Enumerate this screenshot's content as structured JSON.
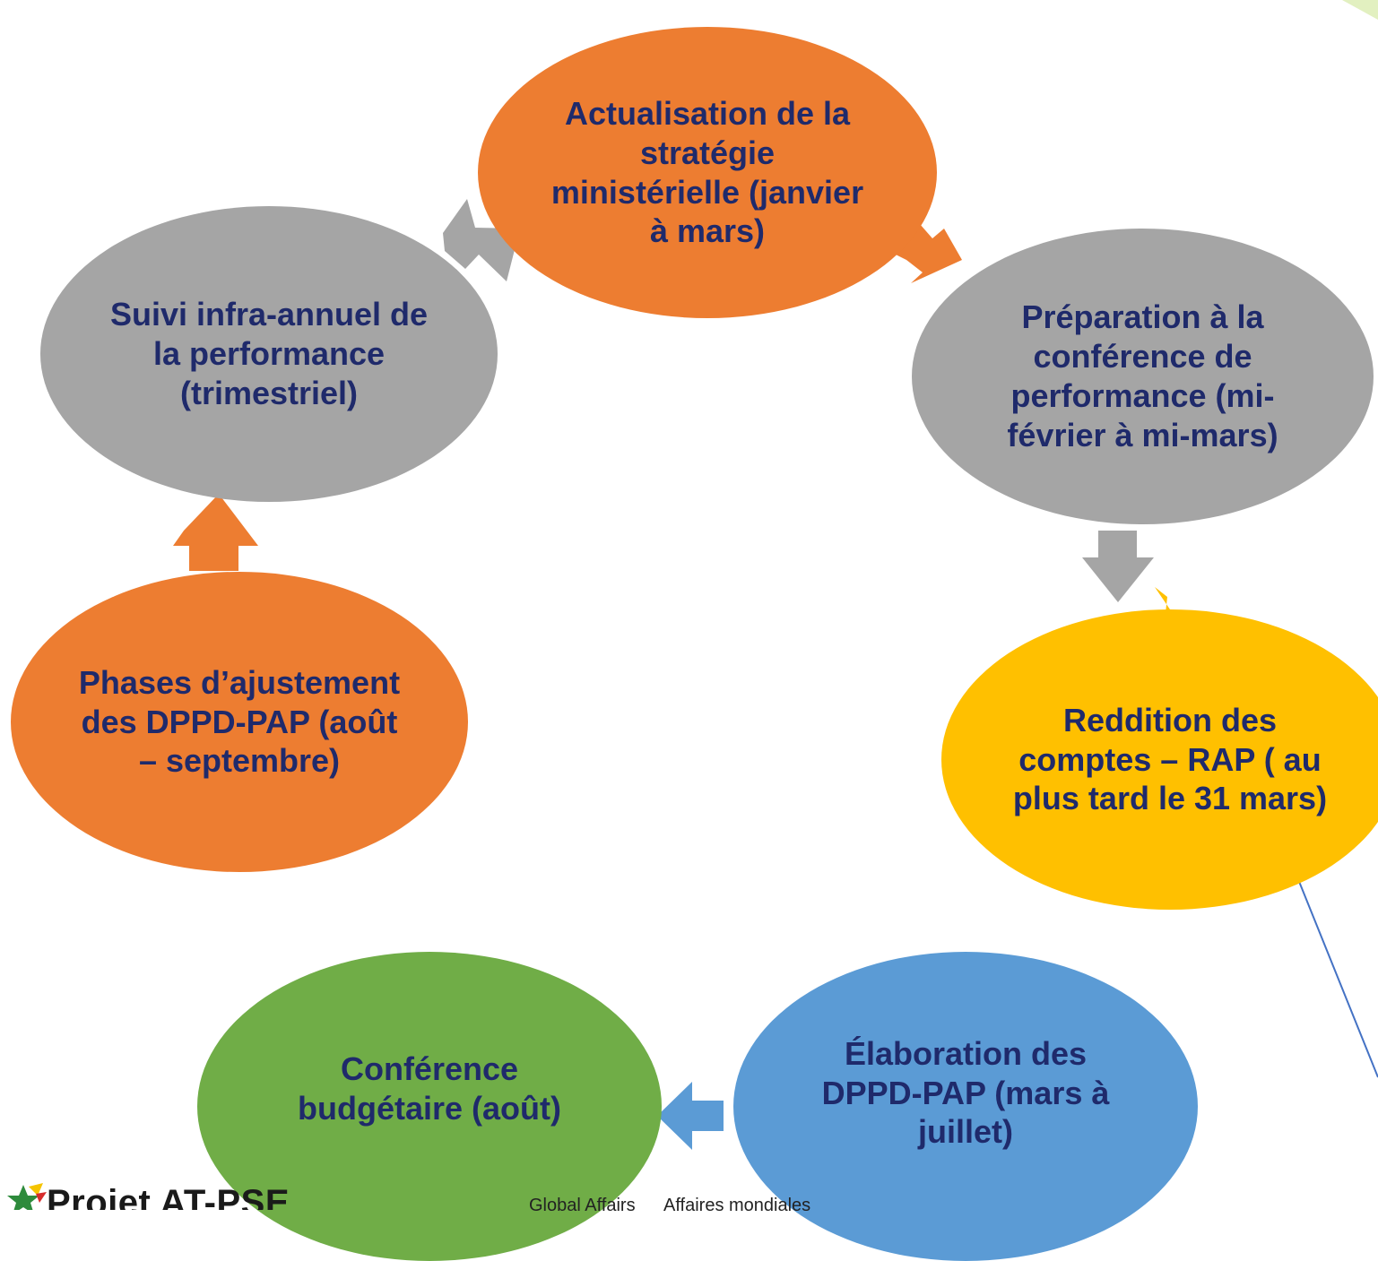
{
  "diagram": {
    "type": "cycle",
    "colors": {
      "orange": "#ED7D31",
      "gray": "#A5A5A5",
      "yellow": "#FFC000",
      "blue": "#5B9BD5",
      "green": "#70AD47",
      "text": "#1F2A6B",
      "callout": "#4472C4",
      "corner_accent": "#E2F0C0"
    },
    "nodes": [
      {
        "id": "actualisation",
        "lines": [
          "Actualisation de la",
          "stratégie",
          "ministérielle (janvier",
          "à mars)"
        ],
        "color": "#ED7D31"
      },
      {
        "id": "preparation",
        "lines": [
          "Préparation à la",
          "conférence de",
          "performance (mi-",
          "février à mi-mars)"
        ],
        "color": "#A5A5A5"
      },
      {
        "id": "reddition",
        "lines": [
          "Reddition des",
          "comptes – RAP ( au",
          "plus tard le 31 mars)"
        ],
        "color": "#FFC000"
      },
      {
        "id": "elaboration",
        "lines": [
          "Élaboration des",
          "DPPD-PAP (mars à",
          "juillet)"
        ],
        "color": "#5B9BD5"
      },
      {
        "id": "conference",
        "lines": [
          "Conférence",
          "budgétaire (août)"
        ],
        "color": "#70AD47"
      },
      {
        "id": "ajustement",
        "lines": [
          "Phases d’ajustement",
          "des DPPD-PAP (août",
          "– septembre)"
        ],
        "color": "#ED7D31"
      },
      {
        "id": "suivi",
        "lines": [
          "Suivi infra-annuel de",
          "la performance",
          "(trimestriel)"
        ],
        "color": "#A5A5A5"
      }
    ]
  },
  "footer": {
    "logo_text": "Projet AT-PSE",
    "partner_text_1": "Global Affairs",
    "partner_text_2": "Affaires mondiales"
  }
}
